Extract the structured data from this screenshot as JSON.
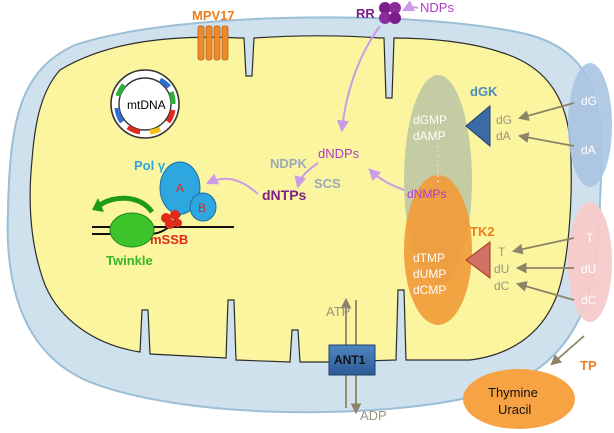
{
  "labels": {
    "rr": "RR",
    "ndps_top": "NDPs",
    "mpv17": "MPV17",
    "mtdna": "mtDNA",
    "dgk": "dGK",
    "dg_out": "dG",
    "da_out": "dA",
    "dg_in": "dG",
    "da_in": "dA",
    "dgmp": "dGMP",
    "damp": "dAMP",
    "dndps": "dNDPs",
    "ndpk": "NDPK",
    "scs": "SCS",
    "dntps": "dNTPs",
    "dnmps": "dNMPs",
    "pol_gamma": "Pol γ",
    "pol_a": "A",
    "pol_b": "B",
    "mssb": "mSSB",
    "twinkle": "Twinkle",
    "tk2": "TK2",
    "t_out": "T",
    "du_out": "dU",
    "dc_out": "dC",
    "t_in": "T",
    "du_in": "dU",
    "dc_in": "dC",
    "dtmp": "dTMP",
    "dump": "dUMP",
    "dcmp": "dCMP",
    "atp": "ATP",
    "adp": "ADP",
    "ant1": "ANT1",
    "tp": "TP",
    "thymine": "Thymine",
    "uracil": "Uracil"
  },
  "colors": {
    "matrix": "#fbf5a0",
    "outer_membrane": "#cfe1ec",
    "purple": "#7a1f8a",
    "light_purple": "#cc9be8",
    "orange": "#ee7c1c",
    "blue_label": "#4a8cb8",
    "grey_text": "#9a9480",
    "red": "#e02a1c",
    "green": "#34b823"
  },
  "icons": [
    "rr-enzyme-icon",
    "mpv17-channel-icon",
    "mtdna-circle-icon",
    "dgk-triangle-icon",
    "tk2-triangle-icon",
    "ant1-transporter-icon",
    "twinkle-helicase-icon",
    "mssb-protein-icon",
    "pol-gamma-icon"
  ]
}
